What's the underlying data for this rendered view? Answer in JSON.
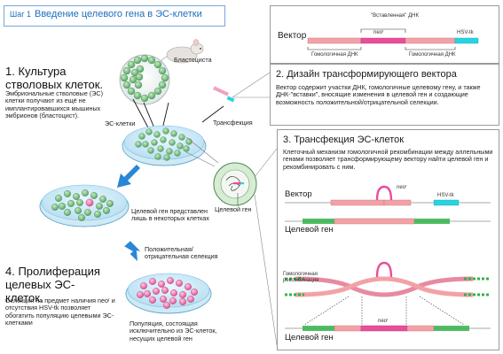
{
  "header": {
    "step": "Шаг 1",
    "title": "Введение целевого гена в ЭС-клетки"
  },
  "section1": {
    "heading": "1.  Культура стволовых клеток.",
    "body": "Эмбриональные стволовые (ЭС) клетки получают из ещё не имплантировавшихся мышиных эмбрионов (бластоцист).",
    "blastocyst_label": "Бластоциста",
    "es_cells_label": "ЭС-клетки",
    "transfection_label": "Трансфекция",
    "target_gene_label": "Целевой ген",
    "present_note": "Целевой ген представлен лишь в некоторых клетках",
    "selection_note": "Положительная/отрицательная селекция"
  },
  "section4": {
    "heading": "4.  Пролиферация целевых ЭС-клеток.",
    "body": "Селекция на предмет наличия neoʳ и отсутствия HSV-tk позволяет обогатить популяцию целевыми ЭС-клетками",
    "population_note": "Популяция, состоящая исключительно из ЭС-клеток, несущих целевой ген"
  },
  "vector_top": {
    "label": "Вектор",
    "neo": "neoʳ",
    "insert_label": "\"Вставленная\" ДНК",
    "hsv": "HSV-tk",
    "homologous_left": "Гомологичная ДНК",
    "homologous_right": "Гомологичная ДНК"
  },
  "section2": {
    "heading": "2.  Дизайн трансформирующего вектора",
    "body": "Вектор содержит участки ДНК, гомологичные целевому гену, и также ДНК-\"вставки\", вносящие изменения в целевой ген и создающие возможность положительной/отрицательной селекции."
  },
  "section3": {
    "heading": "3.  Трансфекция ЭС-клеток",
    "body": "Клеточный механизм гомологичной рекомбинации между аллельными генами позволяет трансформирующему вектору найти целевой ген и рекомбинировать с ним.",
    "vector_label": "Вектор",
    "neo": "neoʳ",
    "hsv": "HSV-tk",
    "target_gene_1": "Целевой ген",
    "homologous_recomb": "Гомологичная рекомбинация",
    "neo_bottom": "neoʳ",
    "target_gene_2": "Целевой ген"
  },
  "colors": {
    "accent_blue": "#1b6fc2",
    "pink": "#e84f9a",
    "salmon": "#f2a2a6",
    "cyan": "#27d4e0",
    "green": "#33b34a",
    "arrow_blue": "#2a86d6"
  }
}
